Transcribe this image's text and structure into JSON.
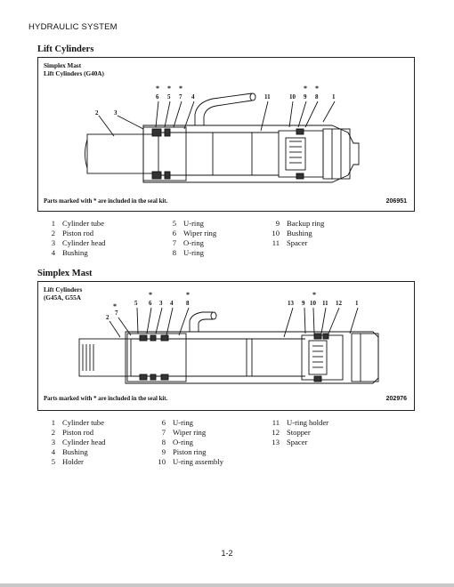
{
  "header": "HYDRAULIC SYSTEM",
  "section1": {
    "title": "Lift Cylinders",
    "figure": {
      "label_line1": "Simplex Mast",
      "label_line2": "Lift Cylinders (G40A)",
      "callouts_left": [
        "2",
        "3"
      ],
      "callouts_top": [
        "6",
        "5",
        "7",
        "4",
        "11",
        "10",
        "9",
        "8",
        "1"
      ],
      "star": "*",
      "note": "Parts marked with * are included in the seal kit.",
      "figure_id": "206951"
    },
    "parts": [
      [
        [
          "1",
          "Cylinder tube"
        ],
        [
          "2",
          "Piston rod"
        ],
        [
          "3",
          "Cylinder head"
        ],
        [
          "4",
          "Bushing"
        ]
      ],
      [
        [
          "5",
          "U-ring"
        ],
        [
          "6",
          "Wiper ring"
        ],
        [
          "7",
          "O-ring"
        ],
        [
          "8",
          "U-ring"
        ]
      ],
      [
        [
          "9",
          "Backup ring"
        ],
        [
          "10",
          "Bushing"
        ],
        [
          "11",
          "Spacer"
        ]
      ]
    ]
  },
  "section2": {
    "title": "Simplex Mast",
    "figure": {
      "label_line1": "Lift Cylinders",
      "label_line2": "(G45A, G55A",
      "callouts_left": [
        "2",
        "7"
      ],
      "callouts_top": [
        "5",
        "6",
        "3",
        "4",
        "8",
        "13",
        "9",
        "10",
        "11",
        "12",
        "1"
      ],
      "star": "*",
      "note": "Parts marked with * are included in the seal kit.",
      "figure_id": "202976"
    },
    "parts": [
      [
        [
          "1",
          "Cylinder tube"
        ],
        [
          "2",
          "Piston rod"
        ],
        [
          "3",
          "Cylinder head"
        ],
        [
          "4",
          "Bushing"
        ],
        [
          "5",
          "Holder"
        ]
      ],
      [
        [
          "6",
          "U-ring"
        ],
        [
          "7",
          "Wiper ring"
        ],
        [
          "8",
          "O-ring"
        ],
        [
          "9",
          "Piston ring"
        ],
        [
          "10",
          "U-ring assembly"
        ]
      ],
      [
        [
          "11",
          "U-ring holder"
        ],
        [
          "12",
          "Stopper"
        ],
        [
          "13",
          "Spacer"
        ]
      ]
    ]
  },
  "page_number": "1-2"
}
